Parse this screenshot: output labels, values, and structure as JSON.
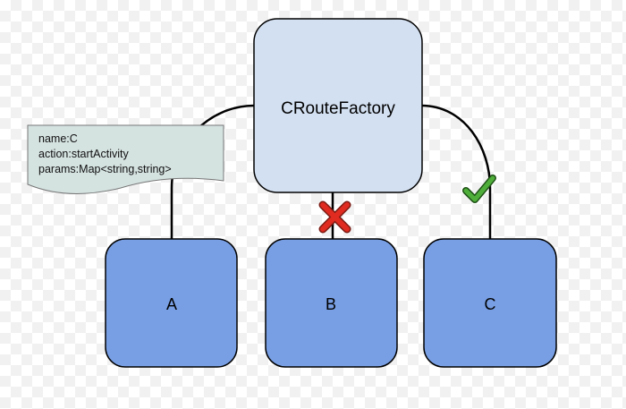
{
  "root": {
    "label": "CRouteFactory",
    "fill": "#d3e0f1",
    "stroke": "#000000"
  },
  "children": [
    {
      "label": "A",
      "fill": "#789fe4",
      "stroke": "#000000"
    },
    {
      "label": "B",
      "fill": "#789fe4",
      "stroke": "#000000",
      "status_icon": "red-cross-icon",
      "status_color": "#e02b20"
    },
    {
      "label": "C",
      "fill": "#789fe4",
      "stroke": "#000000",
      "status_icon": "green-check-icon",
      "status_color": "#3f9a2f"
    }
  ],
  "note": {
    "lines": [
      "name:C",
      "action:startActivity",
      "params:Map<string,string>"
    ],
    "fill": "#d4e2e0",
    "stroke": "#777777"
  }
}
